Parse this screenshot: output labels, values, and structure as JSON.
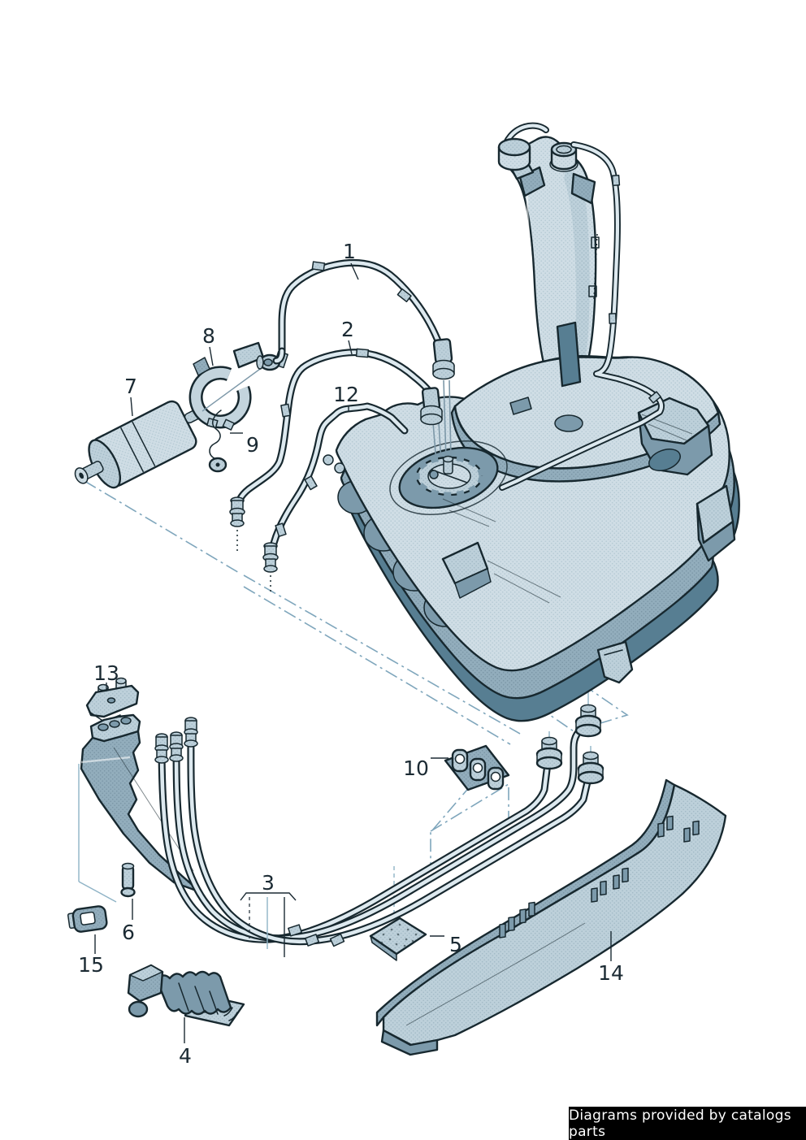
{
  "diagram": {
    "type": "exploded-parts-diagram",
    "callouts": [
      {
        "label": "1"
      },
      {
        "label": "2"
      },
      {
        "label": "3"
      },
      {
        "label": "4"
      },
      {
        "label": "5"
      },
      {
        "label": "6"
      },
      {
        "label": "7"
      },
      {
        "label": "8"
      },
      {
        "label": "9"
      },
      {
        "label": "10"
      },
      {
        "label": "12"
      },
      {
        "label": "13"
      },
      {
        "label": "14"
      },
      {
        "label": "15"
      }
    ]
  },
  "footer": {
    "text": "Diagrams provided by catalogs parts"
  },
  "palette": {
    "ink": "#17282f",
    "light": "#cfdde5",
    "light2": "#b9cdd8",
    "mid": "#93aebd",
    "mid2": "#7c9aab",
    "dark": "#577e92",
    "hose": "#dde9ef",
    "guide_blue": "#7fa6bc",
    "background": "#ffffff",
    "footer_bg": "#000000",
    "footer_text": "#ffffff"
  }
}
